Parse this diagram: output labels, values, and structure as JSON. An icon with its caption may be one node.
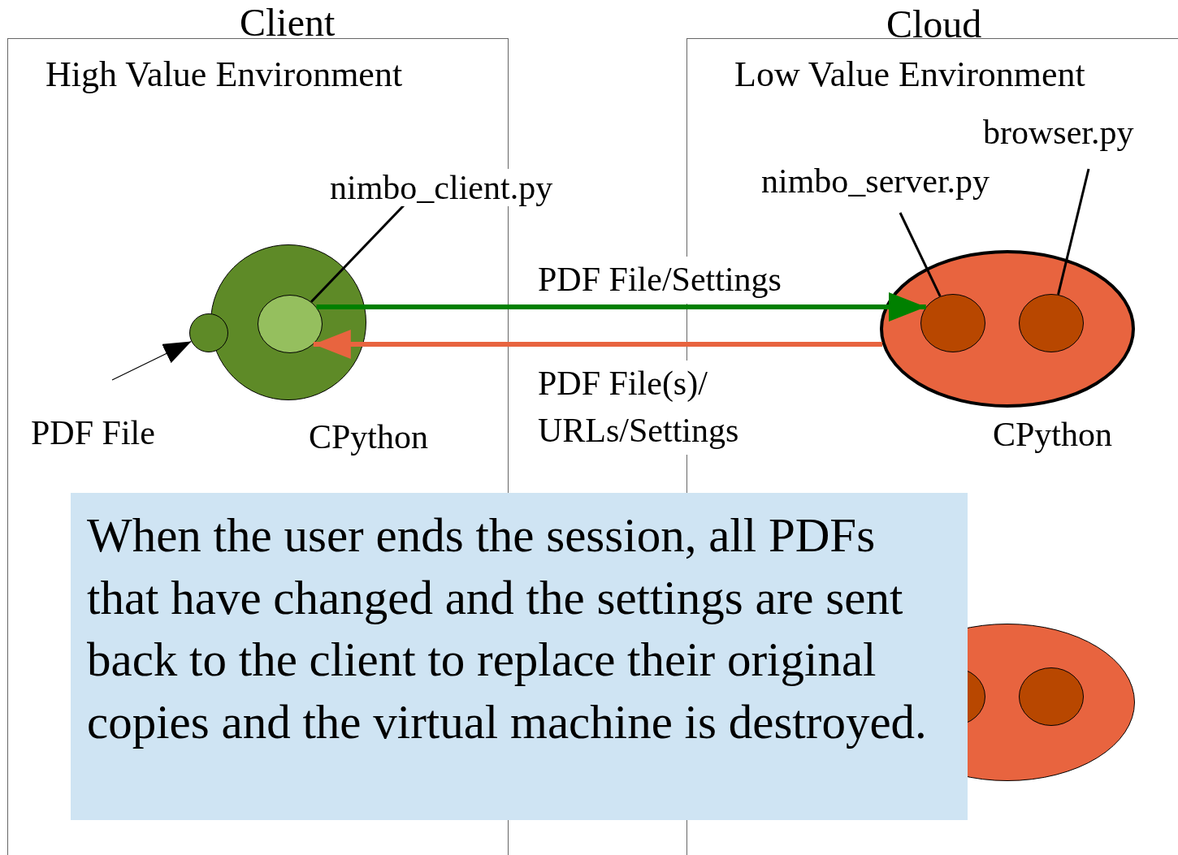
{
  "diagram": {
    "nodes": [
      {
        "text": [
          "Client",
          "High Value Environment"
        ]
      },
      {
        "text": [
          "Cloud",
          "Low Value Environment"
        ]
      },
      {
        "text": [],
        "shape": "circle",
        "in": 0,
        "beside": [
          "CPython"
        ]
      },
      {
        "text": [],
        "shape": "circle",
        "in": 0
      },
      {
        "text": [],
        "shape": "circle",
        "in": 2
      },
      {
        "text": [
          "nimbo_client.py"
        ]
      },
      {
        "text": [
          "PDF File"
        ],
        "in": 0
      },
      {
        "text": [],
        "shape": "circle",
        "in": 1,
        "beside": [
          "CPython"
        ]
      },
      {
        "text": [],
        "shape": "circle",
        "in": 7
      },
      {
        "text": [],
        "shape": "circle",
        "in": 7
      },
      {
        "text": [
          "nimbo_server.py"
        ],
        "in": 1
      },
      {
        "text": [
          "browser.py"
        ],
        "in": 1
      },
      {
        "text": [],
        "shape": "circle",
        "in": 1
      },
      {
        "text": [],
        "shape": "circle",
        "in": 12
      },
      {
        "text": [],
        "shape": "circle",
        "in": 12
      },
      {
        "text": [
          "When the user ends the session, all PDFs that have changed and the settings are sent back to the client to replace their original copies and the virtual machine is destroyed."
        ]
      }
    ],
    "edges": [
      {
        "from": 6,
        "to": 3,
        "arrow": "to"
      },
      {
        "from": 5,
        "to": 4,
        "arrow": "none"
      },
      {
        "from": 4,
        "to": 8,
        "arrow": "to",
        "label": "PDF File/Settings",
        "style": "thick",
        "color": "#008000"
      },
      {
        "from": 7,
        "to": 4,
        "arrow": "to",
        "label": "PDF File(s)/ URLs/Settings",
        "style": "thick",
        "color": "#e8643f"
      },
      {
        "from": 10,
        "to": 8,
        "arrow": "none"
      },
      {
        "from": 11,
        "to": 9,
        "arrow": "none"
      }
    ]
  }
}
